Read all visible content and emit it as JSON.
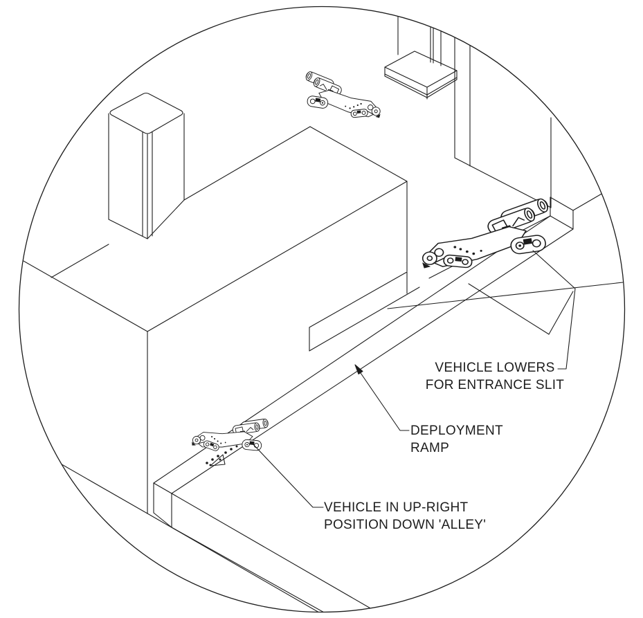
{
  "figure": {
    "kind": "isometric-technical-diagram",
    "view_shape": "circular-detail-view",
    "subject": "tracked robot vehicles deploying down a ramp through an entrance slit into an alley"
  },
  "style": {
    "ink": "#1c1c1c",
    "background": "#ffffff"
  },
  "labels": {
    "entrance_slit": {
      "line1": "VEHICLE LOWERS",
      "line2": "FOR ENTRANCE SLIT"
    },
    "deployment_ramp": {
      "line1": "DEPLOYMENT",
      "line2": "RAMP"
    },
    "alley": {
      "line1": "VEHICLE IN UP-RIGHT",
      "line2": "POSITION DOWN 'ALLEY'"
    }
  }
}
